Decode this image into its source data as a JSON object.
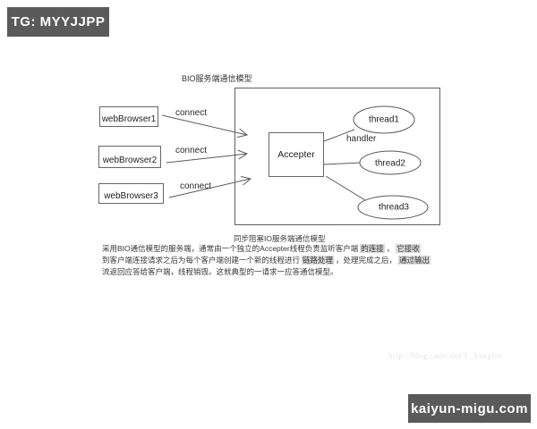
{
  "badges": {
    "top_left": "TG: MYYJJPP",
    "bottom_right": "kaiyun-migu.com"
  },
  "diagram": {
    "title": "BIO服务端通信模型",
    "caption": "同步阻塞IO服务端通信模型",
    "clients": [
      "webBrowser1",
      "webBrowser2",
      "webBrowser3"
    ],
    "connect_labels": [
      "connect",
      "connect",
      "connect"
    ],
    "accepter_label": "Accepter",
    "handler_label": "handler",
    "threads": [
      "thread1",
      "thread2",
      "thread3"
    ]
  },
  "paragraph": {
    "line1": [
      "采用BIO通信模型的服务端，通常由一个独立的Accepter线程负责监听客户端",
      "的连接",
      "，",
      "它接收"
    ],
    "line2": [
      "到客户端连接请求之后为每个客户端创建一个新的线程进行",
      "链路处理",
      "，处理完成之后，",
      "通过输出"
    ],
    "line3": [
      "流返回应答给客户端，线程销毁。这就典型的一请求一应答通信模型。"
    ]
  },
  "watermark": "http://blog.csdn.net/L_kanglin",
  "colors": {
    "badge_background": "#5a5a5a",
    "diagram_line": "#5a5a5a",
    "highlight_background": "#d8d8d8",
    "watermark_text": "#e4e4e0"
  }
}
